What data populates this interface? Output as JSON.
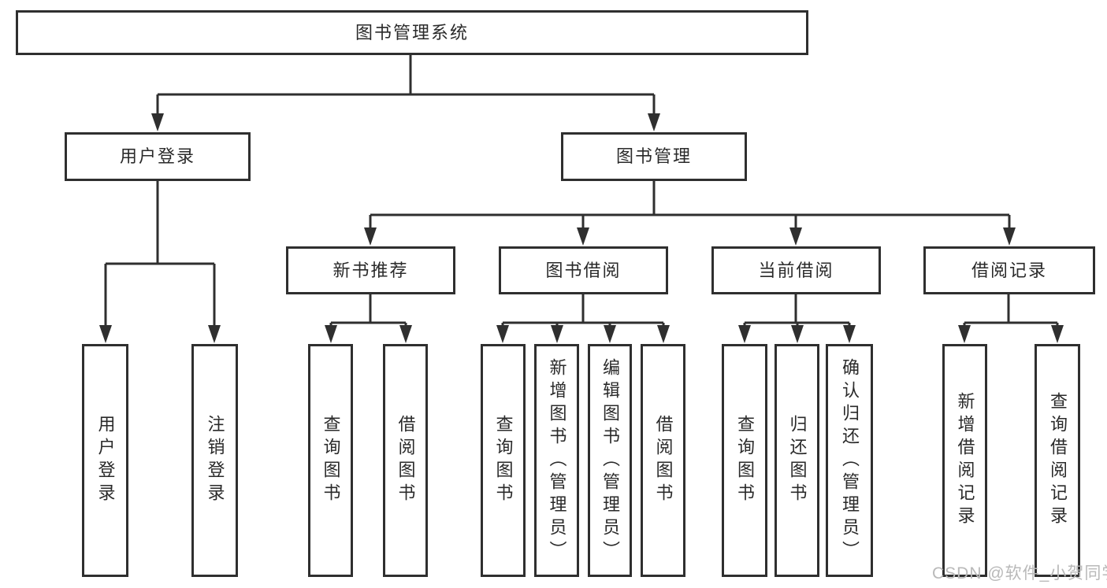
{
  "diagram_type": "hierarchy-tree",
  "tree": {
    "label": "图书管理系统",
    "children": [
      {
        "label": "用户登录",
        "children": [
          {
            "label": "用户登录"
          },
          {
            "label": "注销登录"
          }
        ]
      },
      {
        "label": "图书管理",
        "children": [
          {
            "label": "新书推荐",
            "children": [
              {
                "label": "查询图书"
              },
              {
                "label": "借阅图书"
              }
            ]
          },
          {
            "label": "图书借阅",
            "children": [
              {
                "label": "查询图书"
              },
              {
                "label": "新增图书（管理员）"
              },
              {
                "label": "编辑图书（管理员）"
              },
              {
                "label": "借阅图书"
              }
            ]
          },
          {
            "label": "当前借阅",
            "children": [
              {
                "label": "查询图书"
              },
              {
                "label": "归还图书"
              },
              {
                "label": "确认归还（管理员）"
              }
            ]
          },
          {
            "label": "借阅记录",
            "children": [
              {
                "label": "新增借阅记录"
              },
              {
                "label": "查询借阅记录"
              }
            ]
          }
        ]
      }
    ]
  },
  "watermark": {
    "text": "CSDN @软件_小贺同学"
  },
  "colors": {
    "line": "#2f2f2f",
    "text": "#2a2a2a",
    "watermark": "#b9b9b9",
    "background": "#ffffff"
  }
}
